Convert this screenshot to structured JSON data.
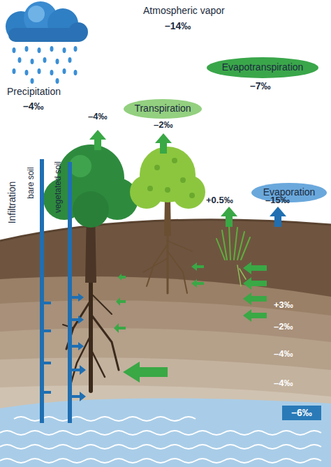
{
  "diagram": {
    "nodes": [
      {
        "text": [
          "Evapotranspiration"
        ]
      },
      {
        "text": [
          "Transpiration"
        ]
      },
      {
        "text": [
          "Evaporation"
        ]
      },
      {
        "text": [
          "–6‰"
        ]
      }
    ],
    "labels": [
      "Atmospheric vapor",
      "–14‰",
      "Precipitation",
      "–4‰",
      "–7‰",
      "–4‰",
      "–2‰",
      "+0.5‰",
      "–15‰",
      "Infiltration",
      "bare soil",
      "vegetated soil",
      "+3‰",
      "–2‰",
      "–4‰",
      "–4‰"
    ]
  }
}
